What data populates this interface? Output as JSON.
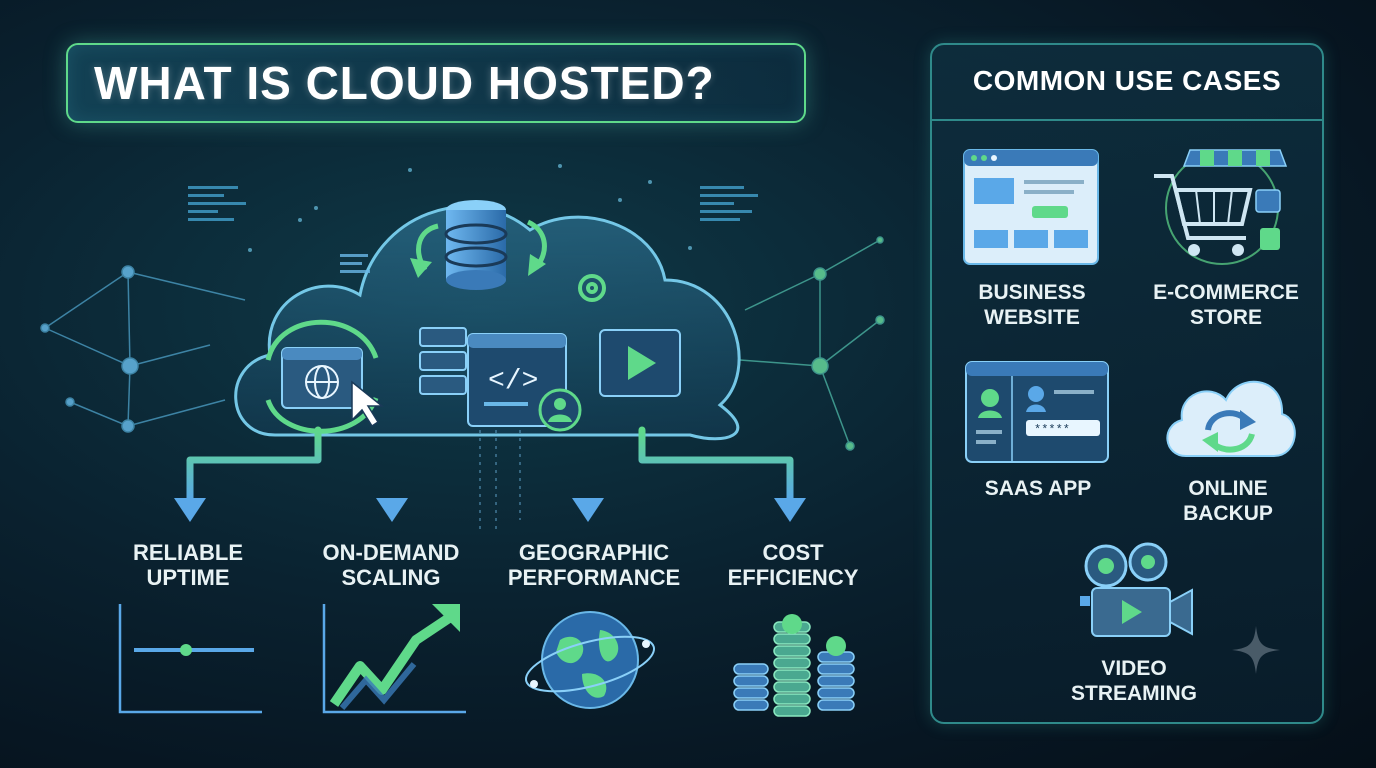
{
  "title": "WHAT IS CLOUD HOSTED?",
  "benefits": [
    {
      "line1": "RELIABLE",
      "line2": "UPTIME",
      "icon": "uptime-chart-icon"
    },
    {
      "line1": "ON-DEMAND",
      "line2": "SCALING",
      "icon": "growth-chart-icon"
    },
    {
      "line1": "GEOGRAPHIC",
      "line2": "PERFORMANCE",
      "icon": "globe-icon"
    },
    {
      "line1": "COST",
      "line2": "EFFICIENCY",
      "icon": "coin-stacks-icon"
    }
  ],
  "use_cases": {
    "title": "COMMON USE CASES",
    "items": [
      {
        "line1": "BUSINESS",
        "line2": "WEBSITE",
        "icon": "browser-window-icon"
      },
      {
        "line1": "E-COMMERCE",
        "line2": "STORE",
        "icon": "shopping-cart-icon"
      },
      {
        "line1": "SAAS APP",
        "line2": "",
        "icon": "app-dashboard-icon"
      },
      {
        "line1": "ONLINE",
        "line2": "BACKUP",
        "icon": "cloud-sync-icon"
      },
      {
        "line1": "VIDEO",
        "line2": "STREAMING",
        "icon": "video-camera-icon"
      }
    ]
  },
  "colors": {
    "accent_green": "#5fd98a",
    "accent_blue": "#5aa8e8",
    "panel_border": "#2f8a8a",
    "background": "#071622"
  }
}
